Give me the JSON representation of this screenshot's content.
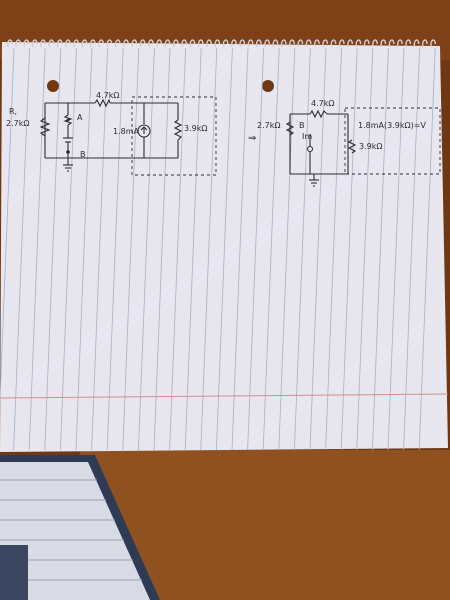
{
  "colors": {
    "table": "#7a3f15",
    "table_light": "#a0602a",
    "paper": "#e9e7ee",
    "rule_line": "#9fb3d1",
    "margin_line": "#d88c8c",
    "ink": "#2b2a33"
  },
  "left_circuit": {
    "r1_label": "R,",
    "r1_value": "2.7kΩ",
    "node_a": "A",
    "node_b": "B",
    "top_resistor": "4.7kΩ",
    "current_source": "1.8mA",
    "right_resistor": "3.9kΩ"
  },
  "right_circuit": {
    "top_resistor": "4.7kΩ",
    "left_resistor": "2.7kΩ",
    "node_b": "B",
    "current_label": "Im",
    "equation": "1.8mA(3.9kΩ)=V",
    "right_resistor": "3.9kΩ",
    "arrow": "⇒"
  }
}
